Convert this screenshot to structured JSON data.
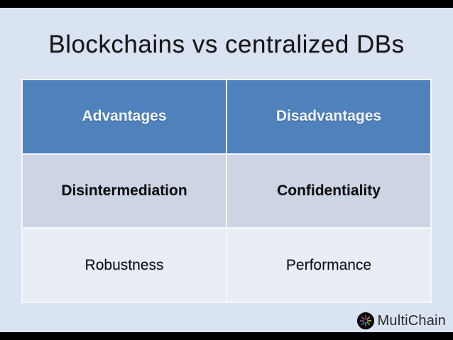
{
  "title": "Blockchains vs centralized DBs",
  "table": {
    "headers": [
      "Advantages",
      "Disadvantages"
    ],
    "rows": [
      [
        "Disintermediation",
        "Confidentiality"
      ],
      [
        "Robustness",
        "Performance"
      ]
    ]
  },
  "logo": {
    "label": "MultiChain",
    "icon": "asterisk-burst-icon",
    "icon_bg": "#0b0b0b",
    "spoke_colors": [
      "#d94f3c",
      "#e8a33d",
      "#e3d24b",
      "#7ab648",
      "#3fb6a8",
      "#4a7fd4",
      "#9b59b6",
      "#d45a9a"
    ]
  },
  "colors": {
    "slide_bg": "#dae3f1",
    "header_bg": "#4f81bd",
    "header_text": "#f3f7fb",
    "row_alt_bg": "#cdd4e4",
    "row_bg": "#e9edf4",
    "border": "#f5f8fc",
    "title_color": "#151515",
    "cell_text": "#0d0d0d",
    "letterbox": "#000000"
  }
}
